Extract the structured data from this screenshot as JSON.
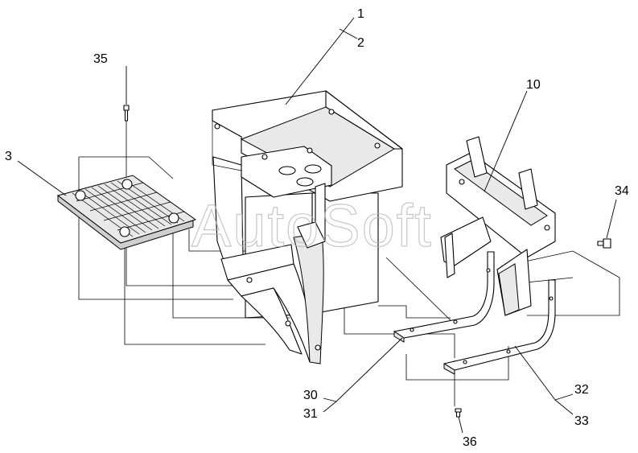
{
  "watermark": "AutoSoft",
  "callouts": {
    "c1": "1",
    "c2": "2",
    "c3": "3",
    "c10": "10",
    "c30": "30",
    "c31": "31",
    "c32": "32",
    "c33": "33",
    "c34": "34",
    "c35": "35",
    "c36": "36"
  }
}
